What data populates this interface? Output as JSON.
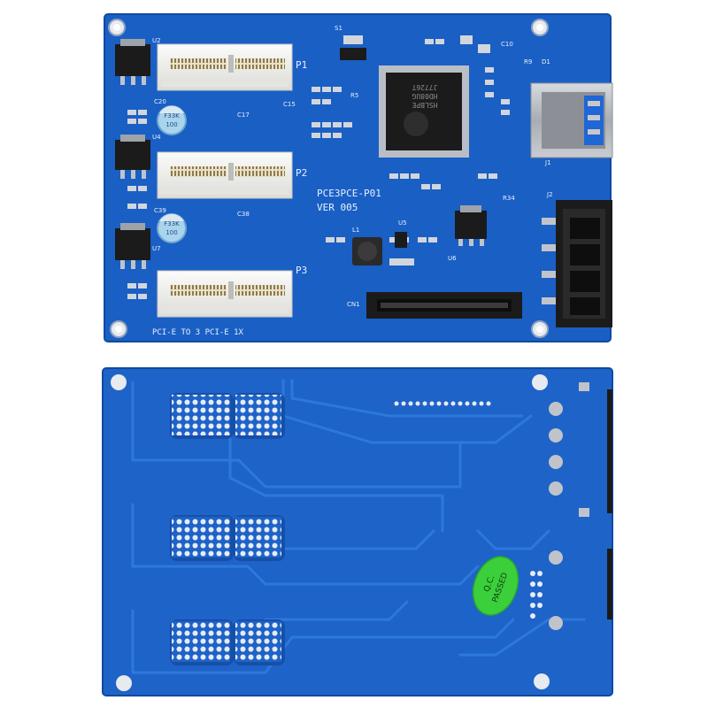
{
  "colors": {
    "background": "#ffffff",
    "pcb_front": "#1a5fc4",
    "pcb_back": "#1e63c8",
    "pcb_trace": "#2d78dc",
    "silkscreen": "#e8f0ff",
    "slot_white": "#f4f4f2",
    "chip_black": "#1b1b1b",
    "usb_blue": "#1f66d6",
    "usb_metal": "#b8bcc2",
    "qc_sticker": "#3ccf3c"
  },
  "front_board": {
    "title": "PCE3PCE-P01",
    "version": "VER 005",
    "caption": "PCI-E TO 3 PCI-E 1X",
    "slot_labels": [
      "P1",
      "P2",
      "P3"
    ],
    "chip_text": [
      "HD08UG",
      "HSLBPE",
      "J7726T"
    ],
    "cap_labels": [
      "F33K",
      "100",
      "F33K",
      "100"
    ],
    "ref_designators": {
      "u2": "U2",
      "u4": "U4",
      "u7": "U7",
      "u5": "U5",
      "u6": "U6",
      "l1": "L1",
      "c20": "C20",
      "c39": "C39",
      "c17": "C17",
      "c38": "C38",
      "c10": "C10",
      "c15": "C15",
      "r9": "R9",
      "d1": "D1",
      "r5": "R5",
      "r34": "R34",
      "j1": "J1",
      "j2": "J2",
      "cn1": "CN1",
      "s1": "S1"
    }
  },
  "back_board": {
    "sticker_text": [
      "Q.C.",
      "PASSED"
    ]
  }
}
